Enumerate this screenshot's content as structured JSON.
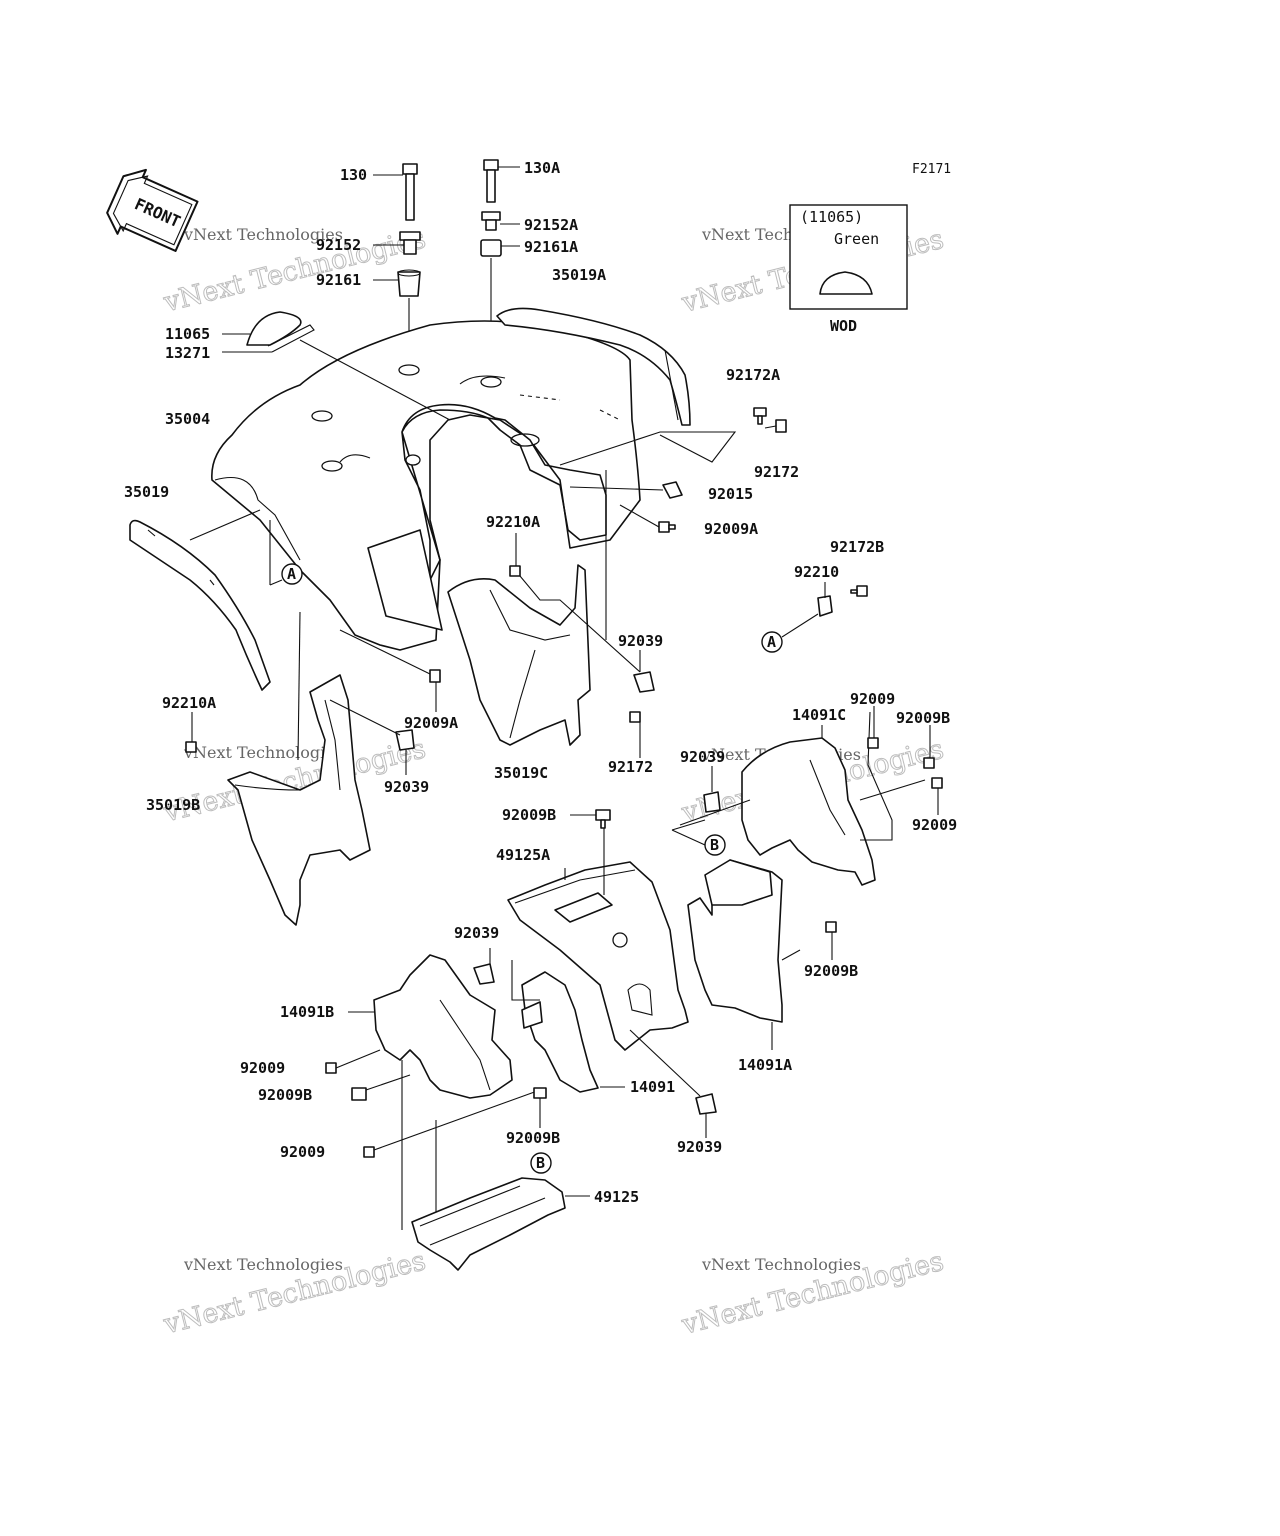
{
  "figure_code": "F2171",
  "front_arrow_label": "FRONT",
  "inset": {
    "part_number": "(11065)",
    "color_label": "Green",
    "caption": "WOD"
  },
  "watermark": {
    "line1": "vNext Technologies",
    "line2": "vNext Technologies"
  },
  "callouts": {
    "a": "A",
    "b": "B"
  },
  "labels": {
    "p130": "130",
    "p130a": "130A",
    "p92152": "92152",
    "p92152a": "92152A",
    "p92161": "92161",
    "p92161a": "92161A",
    "p35019a": "35019A",
    "p11065": "11065",
    "p13271": "13271",
    "p35004": "35004",
    "p35019": "35019",
    "p92172a": "92172A",
    "p92172_top": "92172",
    "p92015": "92015",
    "p92009a_top": "92009A",
    "p92210a_mid": "92210A",
    "p92172b": "92172B",
    "p92210": "92210",
    "p92039_mid": "92039",
    "p92210a_left": "92210A",
    "p92009a_mid": "92009A",
    "p92039_left": "92039",
    "p35019b": "35019B",
    "p35019c": "35019C",
    "p92172_mid": "92172",
    "p14091c": "14091C",
    "p92009_r1": "92009",
    "p92009b_r1": "92009B",
    "p92039_r": "92039",
    "p92009_r2": "92009",
    "p92009b_c": "92009B",
    "p49125a": "49125A",
    "p92039_c": "92039",
    "p92009b_r2": "92009B",
    "p14091b": "14091B",
    "p92009_l1": "92009",
    "p92009b_l": "92009B",
    "p14091": "14091",
    "p14091a": "14091A",
    "p92009b_b": "92009B",
    "p92039_b": "92039",
    "p92009_l2": "92009",
    "p49125": "49125"
  }
}
